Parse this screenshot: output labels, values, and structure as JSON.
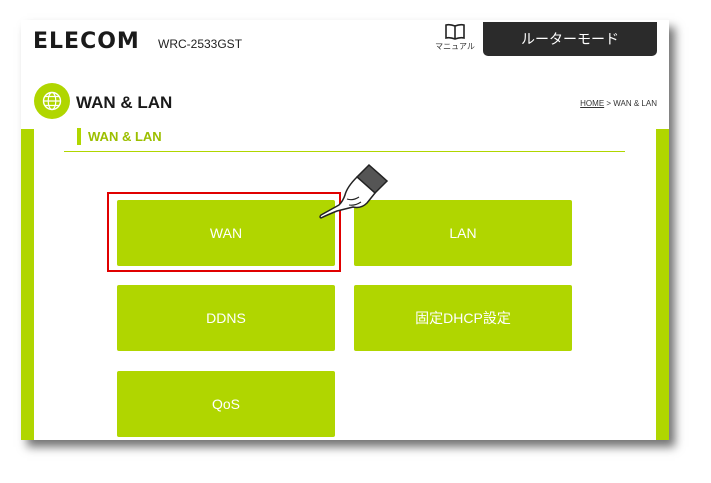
{
  "header": {
    "brand": "ELECOM",
    "model": "WRC-2533GST",
    "manual_label": "マニュアル",
    "mode_button": "ルーターモード"
  },
  "page": {
    "title": "WAN & LAN",
    "breadcrumb_home": "HOME",
    "breadcrumb_sep": " > ",
    "breadcrumb_current": "WAN & LAN"
  },
  "section": {
    "title": "WAN & LAN"
  },
  "tiles": [
    {
      "label": "WAN"
    },
    {
      "label": "LAN"
    },
    {
      "label": "DDNS"
    },
    {
      "label": "固定DHCP設定"
    },
    {
      "label": "QoS"
    }
  ],
  "colors": {
    "accent": "#b0d600",
    "highlight": "#e00000",
    "dark": "#2b2b2b"
  },
  "icons": {
    "manual": "book-icon",
    "section": "globe-icon",
    "cursor": "pointing-hand-icon"
  }
}
